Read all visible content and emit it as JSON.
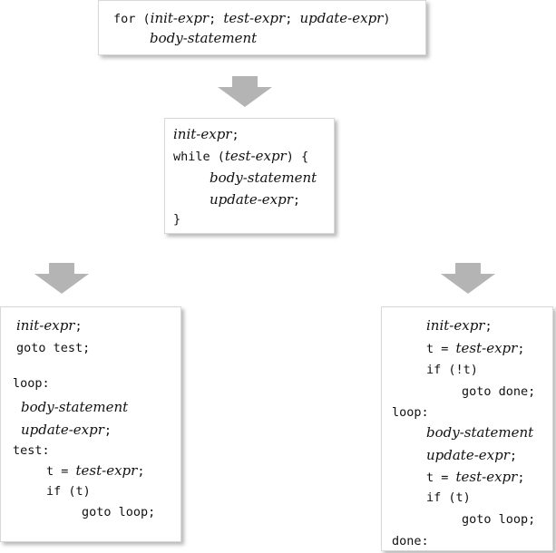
{
  "top_box": {
    "line1": {
      "kw": "for (",
      "init": "init-expr",
      "sep1": "; ",
      "test": "test-expr",
      "sep2": "; ",
      "update": "update-expr",
      "close": ")"
    },
    "line2": {
      "body": "body-statement"
    }
  },
  "while_box": {
    "init": "init-expr",
    "semi1": ";",
    "while_kw": "while (",
    "test": "test-expr",
    "while_close": ") {",
    "body": "body-statement",
    "update": "update-expr",
    "semi2": ";",
    "brace": "}"
  },
  "left_box": {
    "init": "init-expr",
    "semi1": ";",
    "goto_test": "goto test;",
    "loop_label": "loop:",
    "body": "body-statement",
    "update": "update-expr",
    "semi2": ";",
    "test_label": "test:",
    "t_assign": "t = ",
    "test": "test-expr",
    "semi3": ";",
    "if_t": "if (t)",
    "goto_loop": "goto loop;"
  },
  "right_box": {
    "init": "init-expr",
    "semi1": ";",
    "t_assign1": "t = ",
    "test1": "test-expr",
    "semi2": ";",
    "if_not_t": "if (!t)",
    "goto_done": "goto done;",
    "loop_label": "loop:",
    "body": "body-statement",
    "update": "update-expr",
    "semi3": ";",
    "t_assign2": "t = ",
    "test2": "test-expr",
    "semi4": ";",
    "if_t": "if (t)",
    "goto_loop": "goto loop;",
    "done_label": "done:"
  },
  "colors": {
    "arrow": "#b4b4b4",
    "text": "#111111",
    "shadow": "rgba(0,0,0,0.28)"
  },
  "icons": [
    "arrow-down-icon"
  ]
}
